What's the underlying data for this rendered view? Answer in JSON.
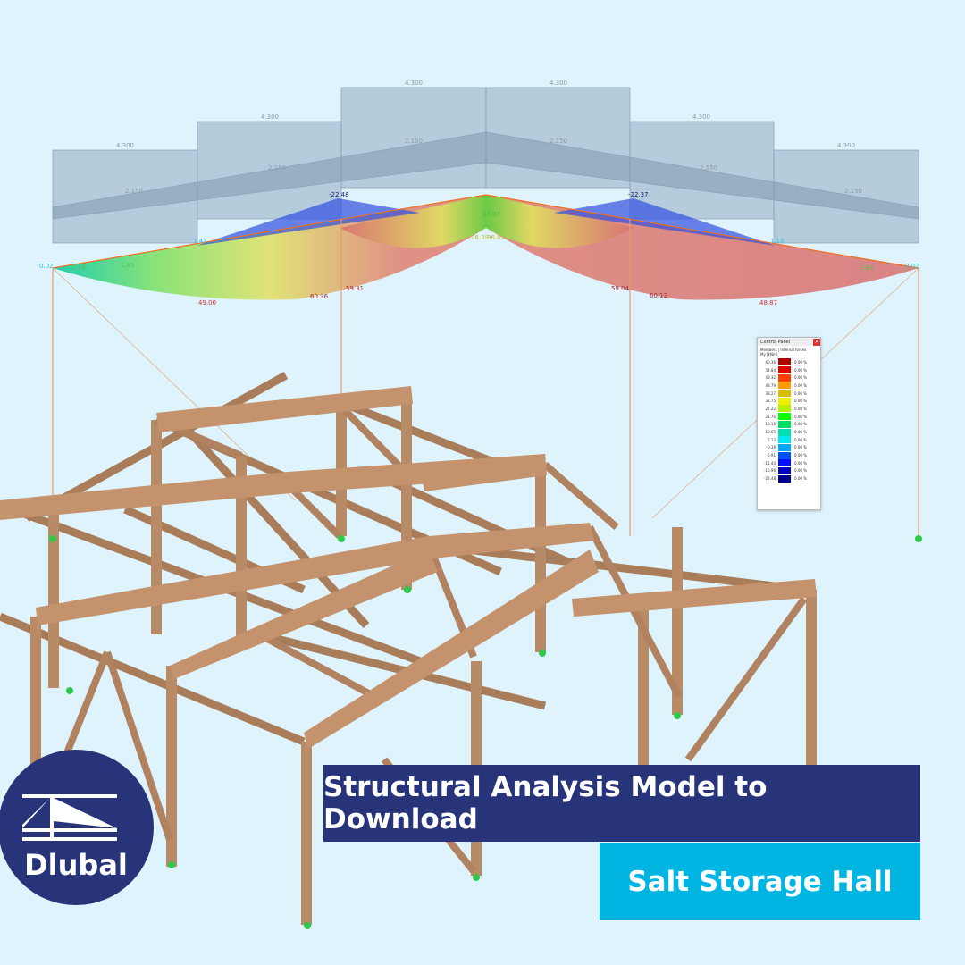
{
  "loads": {
    "upper": "4.300",
    "lower": "2.150"
  },
  "diagram_labels": {
    "left_end": "0.02",
    "left_1": "1.76",
    "left_2": "1.85",
    "left_3": "1.43",
    "left_peak": "-22.48",
    "left_min1": "49.00",
    "left_min2": "60.36",
    "left_min3": "59.31",
    "center_top": "17.07",
    "center_a": "36.89",
    "center_b": "36.89",
    "right_peak": "-22.37",
    "right_3": "1.18",
    "right_2": "1.83",
    "right_end": "0.02",
    "right_min1": "59.04",
    "right_min2": "60.12",
    "right_min3": "48.87"
  },
  "control_panel": {
    "title": "Control Panel",
    "subtitle": "Members | Internal forces",
    "quantity": "My [kNm]",
    "legend": [
      {
        "value": "60.36",
        "color": "#b00000",
        "pct": "0.00 %"
      },
      {
        "value": "54.84",
        "color": "#e00000",
        "pct": "0.00 %"
      },
      {
        "value": "49.32",
        "color": "#ff4000",
        "pct": "0.00 %"
      },
      {
        "value": "43.79",
        "color": "#ff9a00",
        "pct": "0.00 %"
      },
      {
        "value": "38.27",
        "color": "#d4c000",
        "pct": "0.00 %"
      },
      {
        "value": "32.75",
        "color": "#eeee00",
        "pct": "0.00 %"
      },
      {
        "value": "27.22",
        "color": "#b8f000",
        "pct": "0.00 %"
      },
      {
        "value": "21.70",
        "color": "#00ff00",
        "pct": "0.00 %"
      },
      {
        "value": "16.18",
        "color": "#00e060",
        "pct": "0.00 %"
      },
      {
        "value": "10.65",
        "color": "#00e0b0",
        "pct": "0.00 %"
      },
      {
        "value": "5.13",
        "color": "#00e8f0",
        "pct": "0.00 %"
      },
      {
        "value": "-0.39",
        "color": "#00a8ff",
        "pct": "0.00 %"
      },
      {
        "value": "-5.91",
        "color": "#0050ff",
        "pct": "0.00 %"
      },
      {
        "value": "-11.44",
        "color": "#0010ff",
        "pct": "0.00 %"
      },
      {
        "value": "-16.96",
        "color": "#0000c0",
        "pct": "0.00 %"
      },
      {
        "value": "-22.48",
        "color": "#000090",
        "pct": "0.00 %"
      }
    ]
  },
  "banner": {
    "title": "Structural Analysis Model to Download",
    "subtitle": "Salt Storage Hall"
  },
  "logo": {
    "text": "Dlubal"
  },
  "colors": {
    "navy": "#27347a",
    "cyan": "#00b5e2",
    "wood": "#b98a66",
    "background": "#dff3fc"
  }
}
